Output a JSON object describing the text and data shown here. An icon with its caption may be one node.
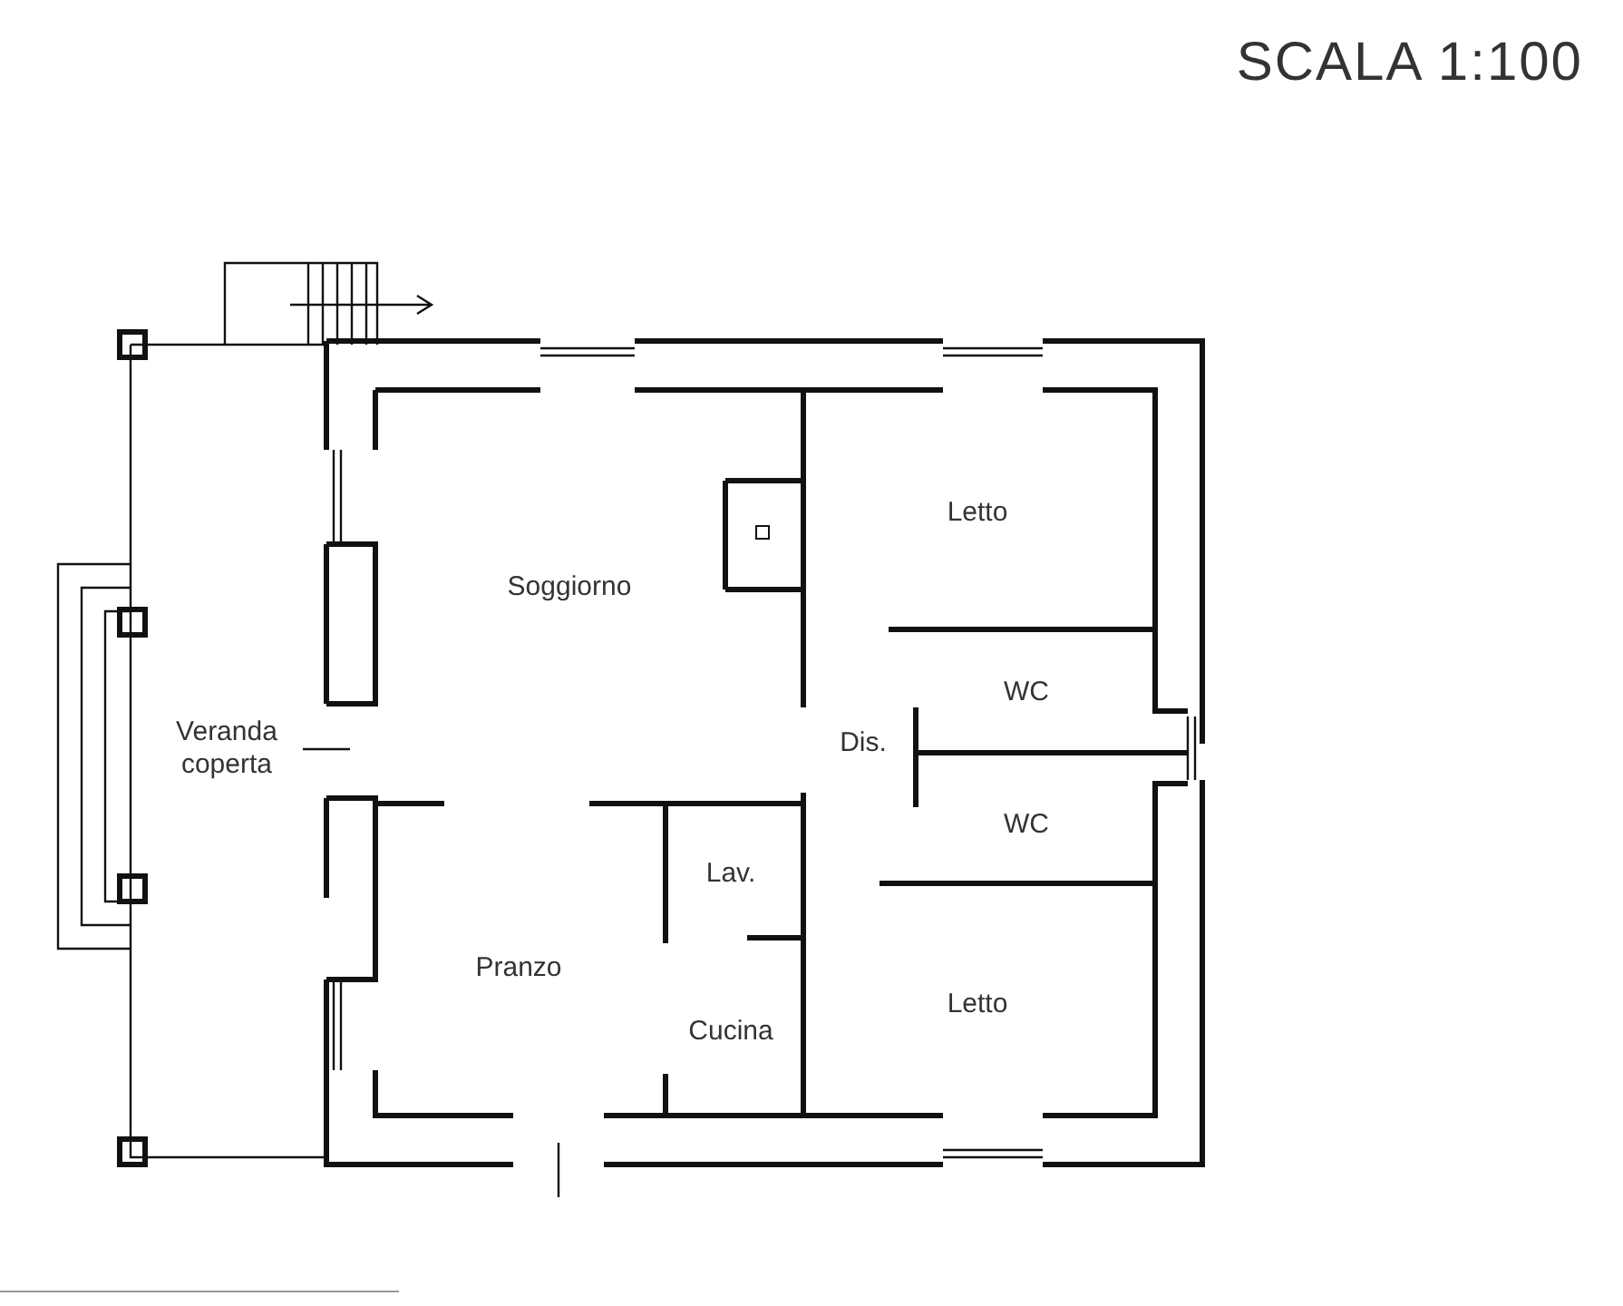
{
  "diagram": {
    "title": "SCALA 1:100",
    "labels": [
      "Soggiorno",
      "Letto",
      "WC",
      "Dis.",
      "Veranda coperta",
      "WC",
      "Lav.",
      "Pranzo",
      "Letto",
      "Cucina"
    ]
  }
}
